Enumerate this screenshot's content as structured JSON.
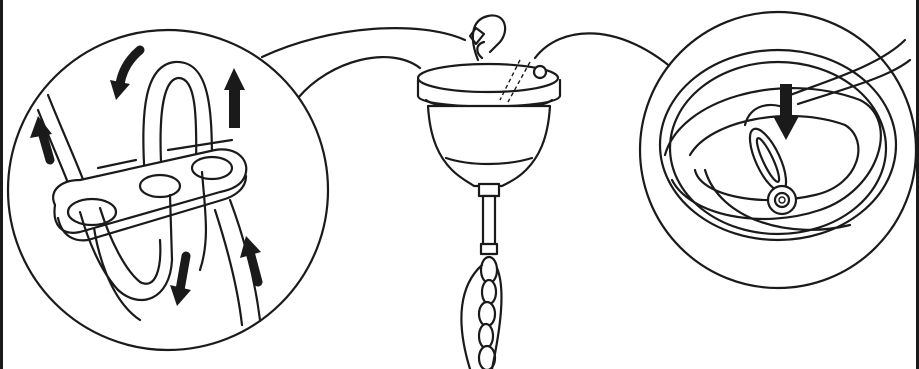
{
  "diagram": {
    "panels": [
      {
        "id": "left-detail",
        "subject": "cord-threaded-through-three-hole-strain-relief-plate",
        "arrow_icons": [
          "arrow-down-left-icon",
          "arrow-up-icon",
          "arrow-up-icon",
          "arrow-down-icon",
          "arrow-up-icon"
        ]
      },
      {
        "id": "center",
        "subject": "ceiling-canopy-with-chain-and-hook"
      },
      {
        "id": "right-detail",
        "subject": "chain-link-hooked-onto-canopy-eye-bolt",
        "arrow_icons": [
          "arrow-down-icon"
        ]
      }
    ],
    "colors": {
      "line": "#1a1a1a",
      "background": "#ffffff"
    }
  }
}
